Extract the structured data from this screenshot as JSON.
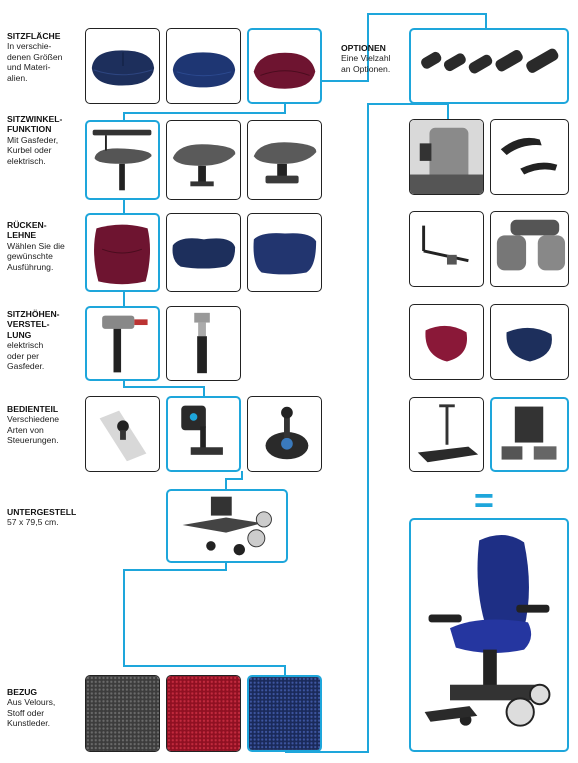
{
  "sections": {
    "sitzflaeche": {
      "title": "SITZFLÄCHE",
      "body": "In verschie-\ndenen Größen\nund Materi-\nalien."
    },
    "sitzwinkel": {
      "title": "SITZWINKEL-\nFUNKTION",
      "body": "Mit Gasfeder,\nKurbel oder\nelektrisch."
    },
    "ruecken": {
      "title": "RÜCKEN-\nLEHNE",
      "body": "Wählen Sie die\ngewünschte\nAusführung."
    },
    "sitzhoehe": {
      "title": "SITZHÖHEN-\nVERSTEL-\nLUNG",
      "body": "elektrisch\noder per\nGasfeder."
    },
    "bedienteil": {
      "title": "BEDIENTEIL",
      "body": "Verschiedene\nArten von\nSteuerungen."
    },
    "untergestell": {
      "title": "UNTERGESTELL",
      "body": "57 x 79,5 cm."
    },
    "bezug": {
      "title": "BEZUG",
      "body": "Aus Velours,\nStoff oder\nKunstleder."
    },
    "optionen": {
      "title": "OPTIONEN",
      "body": "Eine Vielzahl\nan Optionen."
    }
  },
  "equals_sign": "=",
  "colors": {
    "accent": "#1ea6db",
    "navy": "#1d2f5c",
    "bordeaux": "#7a1530",
    "graphite": "#4a4a4a",
    "red_fabric": "#a3152a",
    "blue_fabric": "#22356f"
  }
}
